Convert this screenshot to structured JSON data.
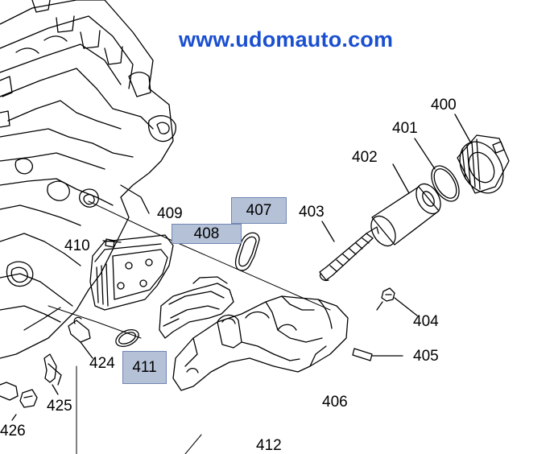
{
  "watermark": "www.udomauto.com",
  "callouts": {
    "p400": "400",
    "p401": "401",
    "p402": "402",
    "p403": "403",
    "p404": "404",
    "p405": "405",
    "p406": "406",
    "p407": "407",
    "p408": "408",
    "p409": "409",
    "p410": "410",
    "p411": "411",
    "p412": "412",
    "p424": "424",
    "p425": "425",
    "p426": "426"
  },
  "highlighted_callouts": [
    "407",
    "408",
    "411"
  ],
  "colors": {
    "watermark": "#1a4fd0",
    "highlight_fill": "#b4c1d6",
    "highlight_border": "#7186b3",
    "line_art": "#000000"
  }
}
